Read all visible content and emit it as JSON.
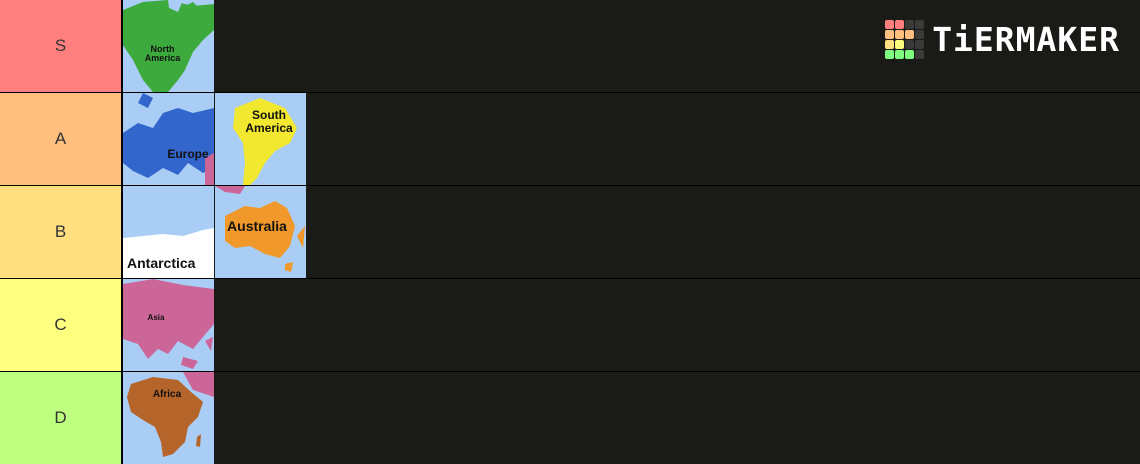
{
  "app": {
    "logo_text": "TiERMAKER"
  },
  "tiers": [
    {
      "label": "S",
      "color": "#ff7f7f",
      "items": [
        {
          "name": "North America",
          "icon": "north-america-map"
        }
      ]
    },
    {
      "label": "A",
      "color": "#ffbf7f",
      "items": [
        {
          "name": "Europe",
          "icon": "europe-map"
        },
        {
          "name": "South America",
          "icon": "south-america-map"
        }
      ]
    },
    {
      "label": "B",
      "color": "#ffdf7f",
      "items": [
        {
          "name": "Antarctica",
          "icon": "antarctica-map"
        },
        {
          "name": "Australia",
          "icon": "australia-map"
        }
      ]
    },
    {
      "label": "C",
      "color": "#ffff7f",
      "items": [
        {
          "name": "Asia",
          "icon": "asia-map"
        }
      ]
    },
    {
      "label": "D",
      "color": "#bfff7f",
      "items": [
        {
          "name": "Africa",
          "icon": "africa-map"
        }
      ]
    }
  ],
  "logo_grid_colors": [
    "#ff7f7f",
    "#ff7f7f",
    "#3a3a3a",
    "#3a3a3a",
    "#ffbf7f",
    "#ffbf7f",
    "#ffbf7f",
    "#3a3a3a",
    "#ffdf7f",
    "#ffff7f",
    "#3a3a3a",
    "#3a3a3a",
    "#7fff7f",
    "#7fff7f",
    "#7fff7f",
    "#3a3a3a"
  ]
}
